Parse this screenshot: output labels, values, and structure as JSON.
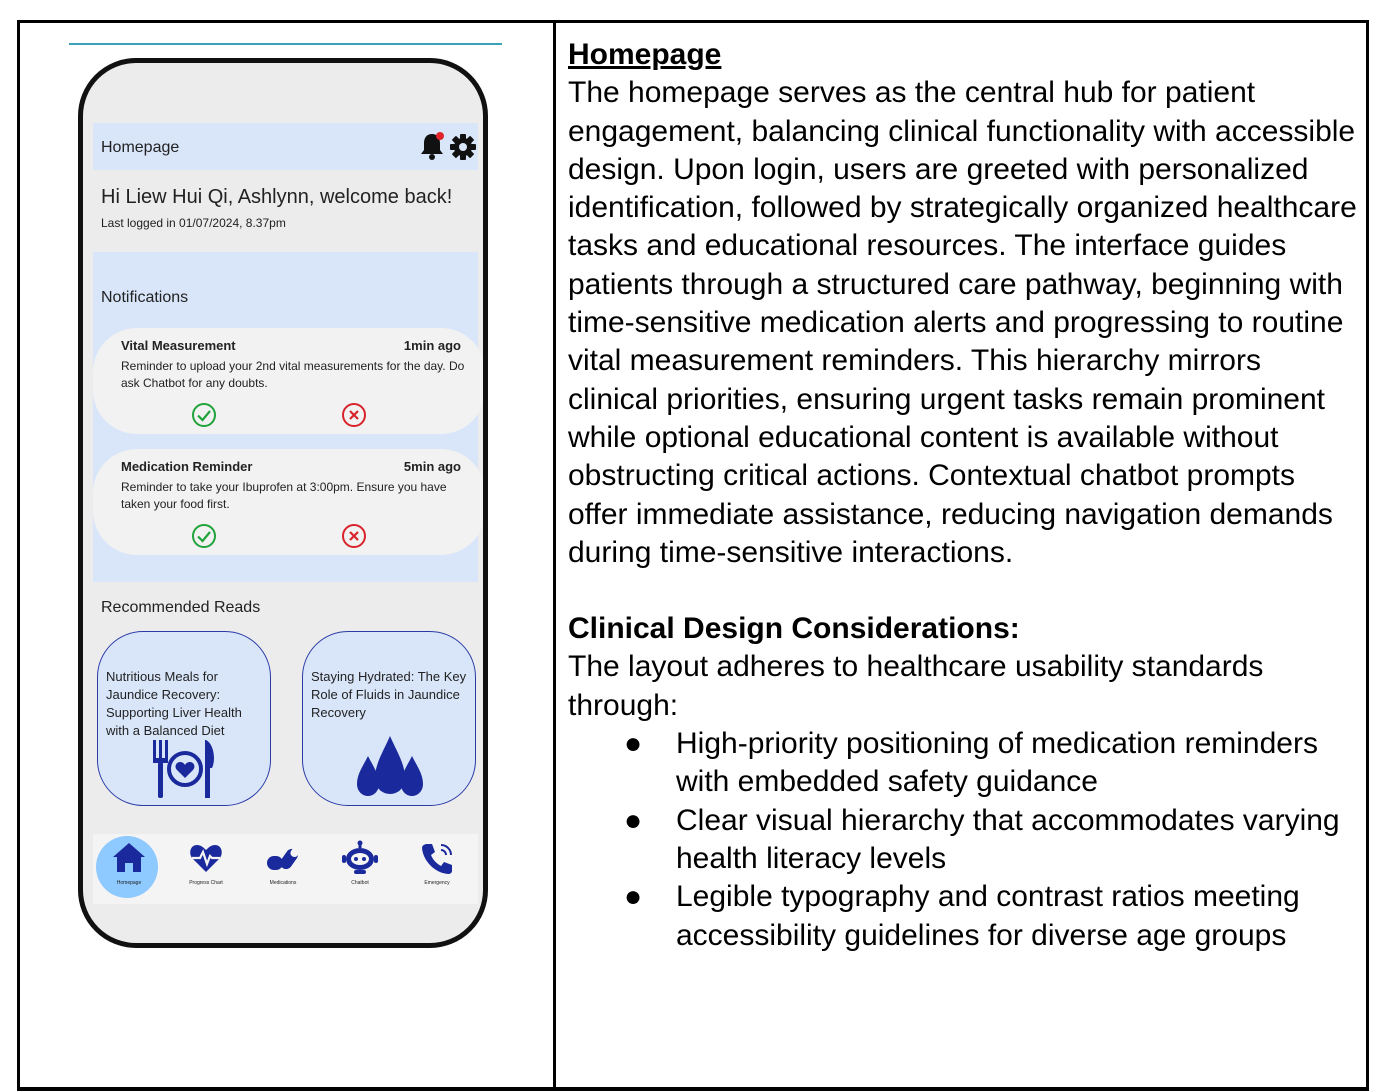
{
  "phone": {
    "header_title": "Homepage",
    "welcome": "Hi Liew Hui Qi, Ashlynn, welcome back!",
    "last_login": "Last logged in 01/07/2024, 8.37pm",
    "notifications_title": "Notifications",
    "notifications": [
      {
        "title": "Vital Measurement",
        "time": "1min ago",
        "body": "Reminder to upload  your 2nd vital measurements for the day. Do ask Chatbot for any doubts."
      },
      {
        "title": "Medication Reminder",
        "time": "5min ago",
        "body": "Reminder to take your Ibuprofen at 3:00pm. Ensure you have taken your food first."
      }
    ],
    "reads_title": "Recommended Reads",
    "reads": [
      {
        "text": "Nutritious Meals for Jaundice Recovery: Supporting Liver Health with a Balanced Diet",
        "icon": "plate-heart-icon"
      },
      {
        "text": "Staying Hydrated: The Key Role of Fluids in Jaundice Recovery",
        "icon": "water-drops-icon"
      }
    ],
    "nav": [
      {
        "label": "Homepage",
        "icon": "home-icon"
      },
      {
        "label": "Progress Chart",
        "icon": "heart-pulse-icon"
      },
      {
        "label": "Medications",
        "icon": "pills-icon"
      },
      {
        "label": "Chatbot",
        "icon": "robot-icon"
      },
      {
        "label": "Emergency",
        "icon": "phone-call-icon"
      }
    ],
    "colors": {
      "accent_blue": "#1a2a9c",
      "panel_blue": "#d9e6fa",
      "ok_green": "#1fa33a",
      "cancel_red": "#d8232a",
      "home_highlight": "#8ec9ff"
    }
  },
  "text": {
    "homepage_heading": "Homepage",
    "homepage_paragraph": "The homepage serves as the central hub for patient engagement, balancing clinical functionality with accessible design. Upon login, users are greeted with personalized identification, followed by strategically organized healthcare tasks and educational resources. The interface guides patients through a structured care pathway, beginning with time-sensitive medication alerts and progressing to routine vital measurement reminders. This hierarchy mirrors clinical priorities, ensuring urgent tasks remain prominent while optional educational content is available without obstructing critical actions. Contextual chatbot prompts offer immediate assistance, reducing navigation demands during time-sensitive interactions.",
    "clinical_heading": "Clinical Design Considerations:",
    "clinical_intro": "The layout adheres to healthcare usability standards through:",
    "bullets": [
      "High-priority positioning of medication reminders with embedded safety guidance",
      "Clear visual hierarchy that accommodates varying health literacy levels",
      "Legible typography and contrast ratios meeting accessibility guidelines for diverse age groups"
    ]
  }
}
